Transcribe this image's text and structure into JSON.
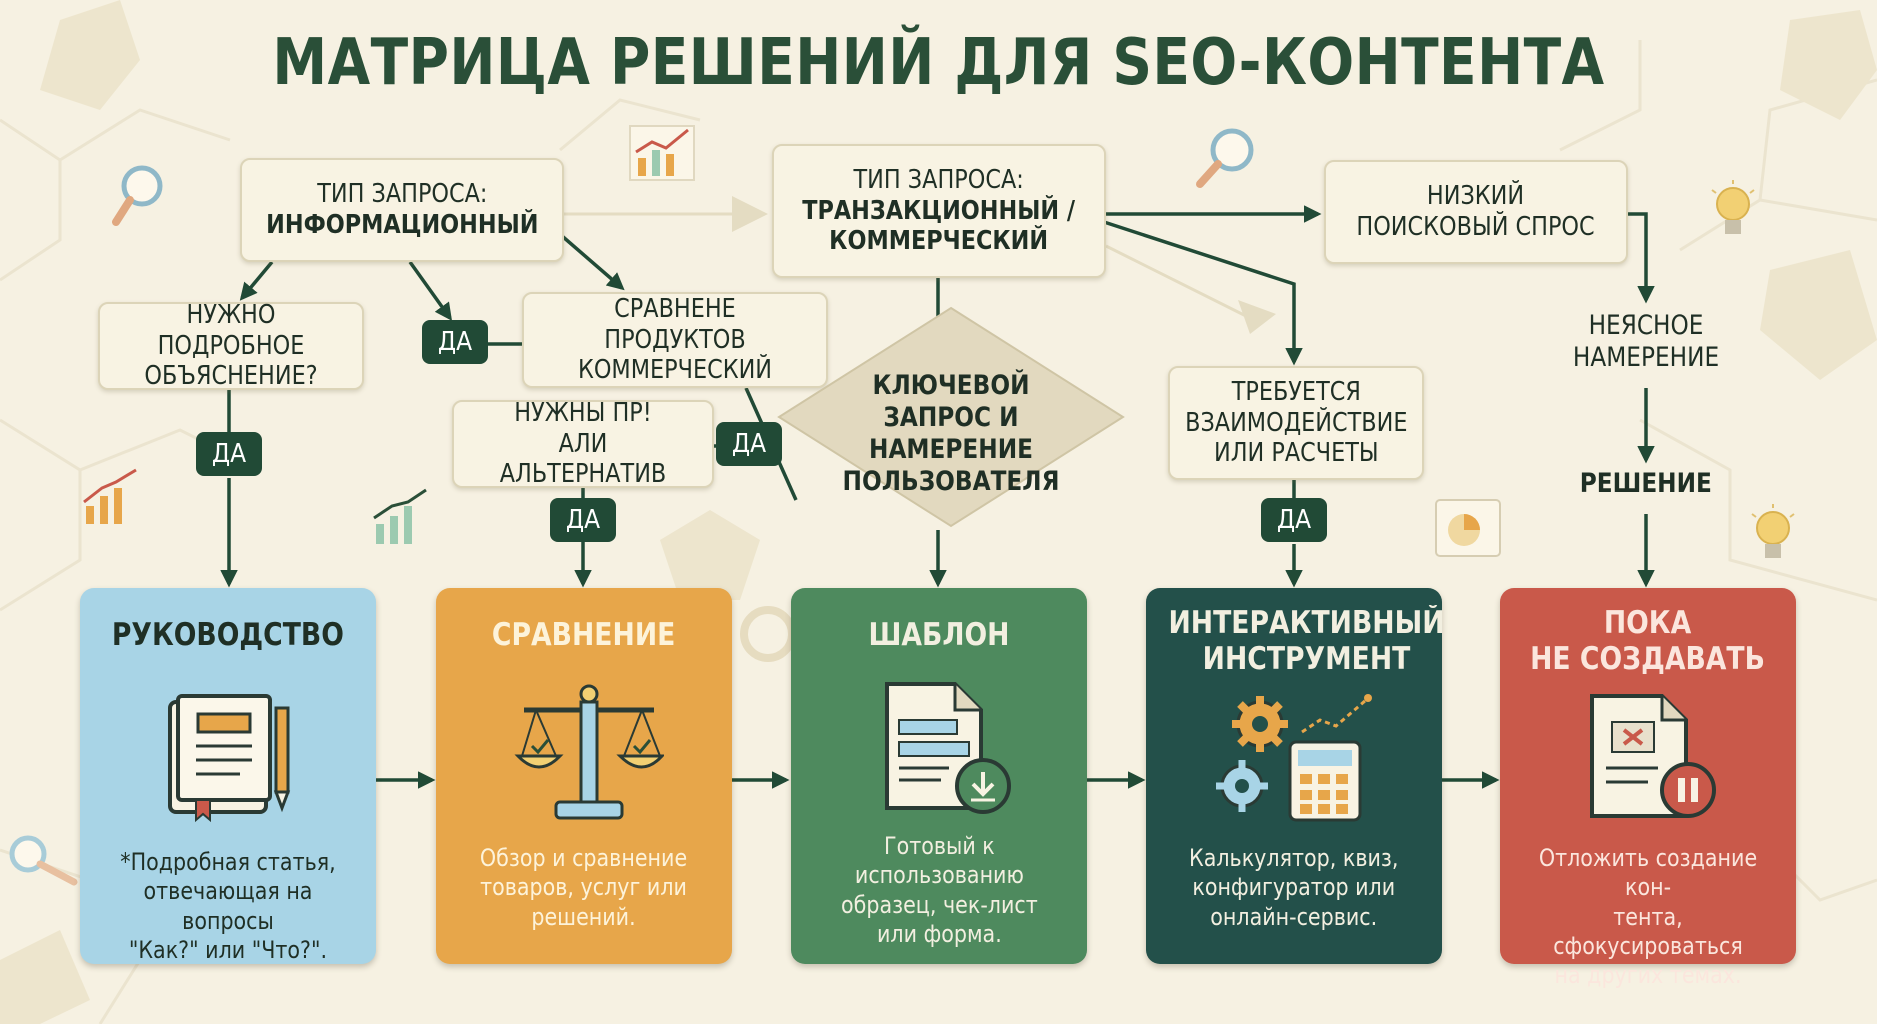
{
  "title": "МАТРИЦА РЕШЕНИЙ ДЛЯ SEO-КОНТЕНТА",
  "nodes": {
    "info_type_line1": "ТИП ЗАПРОСА:",
    "info_type_line2": "ИНФОРМАЦИОННЫЙ",
    "trans_type_line1": "ТИП ЗАПРОСА:",
    "trans_type_line2": "ТРАНЗАКЦИОННЫЙ /",
    "trans_type_line3": "КОММЕРЧЕСКИЙ",
    "low_demand_line1": "НИЗКИЙ",
    "low_demand_line2": "ПОИСКОВЫЙ СПРОС",
    "need_detail_line1": "НУЖНО ПОДРОБНОЕ",
    "need_detail_line2": "ОБЪЯСНЕНИЕ?",
    "compare_line1": "СРАВНЕНЕ ПРОДУКТОВ",
    "compare_line2": "КОММЕРЧЕСКИЙ",
    "need_pros_line1": "НУЖНЫ ПР!",
    "need_pros_line2": "АЛИ АЛЬТЕРНАТИВ",
    "keyword_line1": "КЛЮЧЕВОЙ",
    "keyword_line2": "ЗАПРОС И НАМЕРЕНИЕ",
    "keyword_line3": "ПОЛЬЗОВАТЕЛЯ",
    "interaction_line1": "ТРЕБУЕТСЯ",
    "interaction_line2": "ВЗАИМОДЕЙСТВИЕ",
    "interaction_line3": "ИЛИ РАСЧЕТЫ",
    "unclear_line1": "НЕЯСНОЕ",
    "unclear_line2": "НАМЕРЕНИЕ",
    "decision": "РЕШЕНИЕ",
    "yes_label": "ДА"
  },
  "cards": [
    {
      "title_line1": "РУКОВОДСТВО",
      "title_line2": "",
      "desc_line1": "*Подробная статья,",
      "desc_line2": "отвечающая на вопросы",
      "desc_line3": "\"Как?\" или \"Что?\".",
      "desc_line4": "",
      "color": "#a8d4e6"
    },
    {
      "title_line1": "СРАВНЕНИЕ",
      "title_line2": "",
      "desc_line1": "Обзор и сравнение",
      "desc_line2": "товаров, услуг или",
      "desc_line3": "решений.",
      "desc_line4": "",
      "color": "#e7a64a"
    },
    {
      "title_line1": "ШАБЛОН",
      "title_line2": "",
      "desc_line1": "Готовый к",
      "desc_line2": "использованию",
      "desc_line3": "образец, чек-лист",
      "desc_line4": "или форма.",
      "color": "#4e8a5e"
    },
    {
      "title_line1": "ИНТЕРАКТИВНЫЙ",
      "title_line2": "ИНСТРУМЕНТ",
      "desc_line1": "Калькулятор, квиз,",
      "desc_line2": "конфигуратор или",
      "desc_line3": "онлайн-сервис.",
      "desc_line4": "",
      "color": "#23504a"
    },
    {
      "title_line1": "ПОКА",
      "title_line2": "НЕ СОЗДАВАТЬ",
      "desc_line1": "Отложить создание кон-",
      "desc_line2": "тента, сфокусироваться",
      "desc_line3": "на других темах.",
      "desc_line4": "",
      "color": "#c9594a"
    }
  ],
  "colors": {
    "accent_dark_green": "#214a36",
    "title_green": "#2a4f38",
    "background": "#f6f1e2"
  },
  "icons": [
    "book-icon",
    "scales-icon",
    "template-document-icon",
    "gears-calculator-icon",
    "paused-document-icon",
    "magnifier-icon",
    "lightbulb-icon",
    "bar-chart-icon",
    "pie-chart-icon"
  ]
}
